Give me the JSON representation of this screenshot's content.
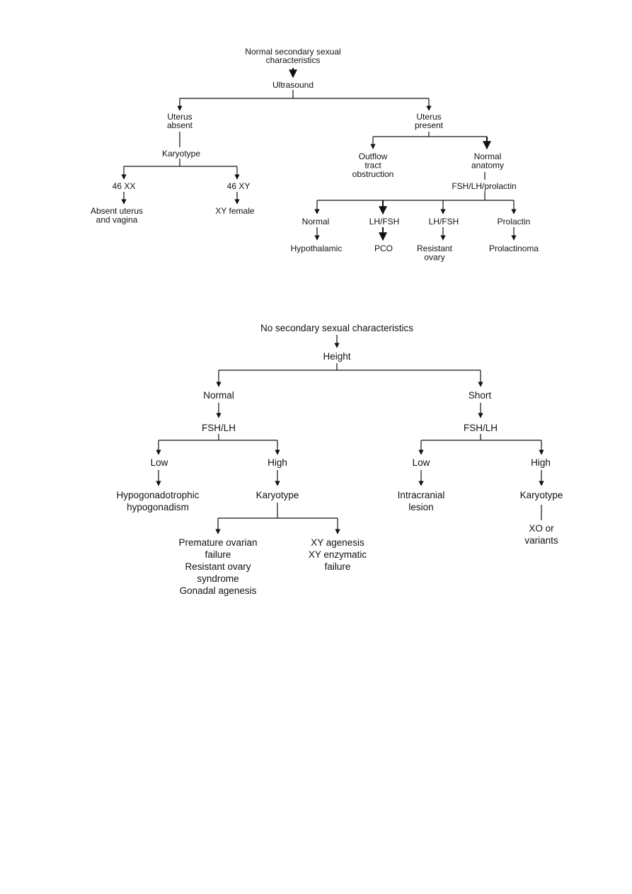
{
  "diagrams": [
    {
      "nodes": {
        "root": [
          "Normal secondary sexual",
          "characteristics"
        ],
        "ultrasound": [
          "Ultrasound"
        ],
        "uterus_absent": [
          "Uterus",
          "absent"
        ],
        "karyotype": [
          "Karyotype"
        ],
        "k_46xx": [
          "46 XX"
        ],
        "k_46xy": [
          "46 XY"
        ],
        "absent_uterus": [
          "Absent uterus",
          "and vagina"
        ],
        "xy_female": [
          "XY female"
        ],
        "uterus_present": [
          "Uterus",
          "present"
        ],
        "outflow": [
          "Outflow",
          "tract",
          "obstruction"
        ],
        "normal_anatomy": [
          "Normal",
          "anatomy"
        ],
        "fsh_lh_prolactin": [
          "FSH/LH/prolactin"
        ],
        "hormone_normal": [
          "Normal"
        ],
        "lh_fsh_a": [
          "LH/FSH"
        ],
        "lh_fsh_b": [
          "LH/FSH"
        ],
        "prolactin": [
          "Prolactin"
        ],
        "hypothalamic": [
          "Hypothalamic"
        ],
        "pco": [
          "PCO"
        ],
        "resistant_ovary": [
          "Resistant",
          "ovary"
        ],
        "prolactinoma": [
          "Prolactinoma"
        ]
      }
    },
    {
      "nodes": {
        "root": [
          "No secondary sexual characteristics"
        ],
        "height": [
          "Height"
        ],
        "normal": [
          "Normal"
        ],
        "short": [
          "Short"
        ],
        "fsh_lh_left": [
          "FSH/LH"
        ],
        "fsh_lh_right": [
          "FSH/LH"
        ],
        "low_left": [
          "Low"
        ],
        "high_left": [
          "High"
        ],
        "low_right": [
          "Low"
        ],
        "high_right": [
          "High"
        ],
        "hypogonadotrophic": [
          "Hypogonadotrophic",
          "hypogonadism"
        ],
        "karyotype_left": [
          "Karyotype"
        ],
        "intracranial": [
          "Intracranial",
          "lesion"
        ],
        "karyotype_right": [
          "Karyotype"
        ],
        "premature": [
          "Premature ovarian",
          "failure",
          "Resistant ovary",
          "syndrome",
          "Gonadal agenesis"
        ],
        "xy_agenesis": [
          "XY agenesis",
          "XY enzymatic",
          "failure"
        ],
        "xo_variants": [
          "XO or",
          "variants"
        ]
      }
    }
  ]
}
